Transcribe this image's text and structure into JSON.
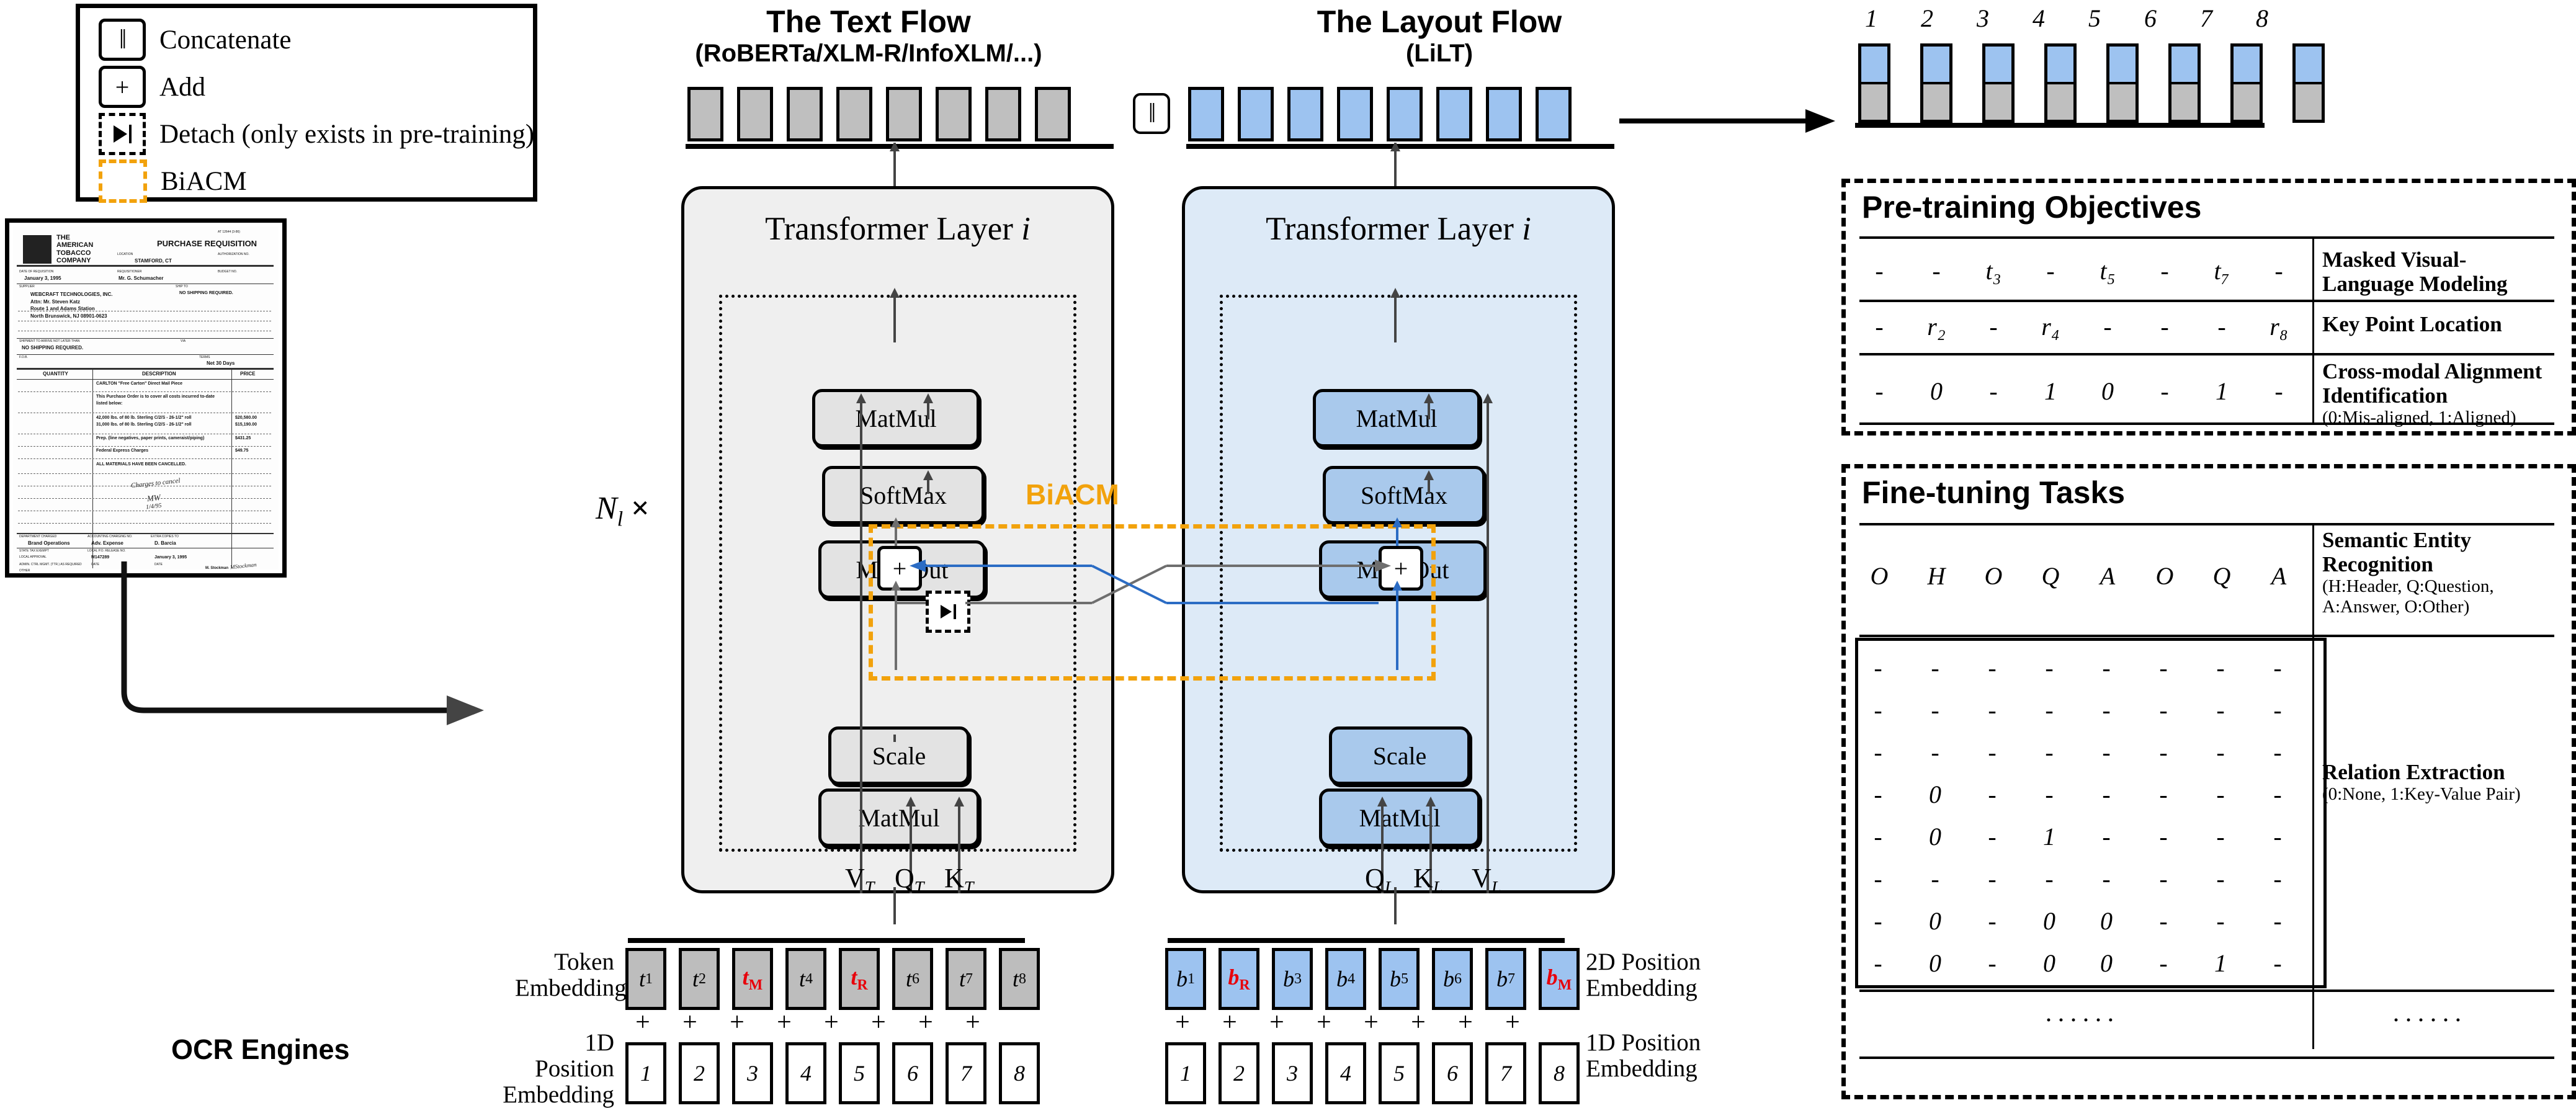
{
  "legend": {
    "items": [
      {
        "icon": "concatenate-icon",
        "glyph": "‖",
        "label": "Concatenate"
      },
      {
        "icon": "add-icon",
        "glyph": "+",
        "label": "Add"
      },
      {
        "icon": "detach-icon",
        "glyph": "▷|",
        "label": "Detach (only exists in pre-training)"
      },
      {
        "icon": "biacm-icon",
        "glyph": "",
        "label": "BiACM"
      }
    ]
  },
  "document": {
    "company": "THE AMERICAN TOBACCO COMPANY",
    "title": "PURCHASE REQUISITION",
    "top_right_code": "AT 12644 (3-86)",
    "fields": [
      {
        "label": "LOCATION",
        "value": "STAMFORD, CT"
      },
      {
        "label": "AUTHORIZATION NO.",
        "value": ""
      },
      {
        "label": "DATE OF REQUISITION",
        "value": "January 3, 1995"
      },
      {
        "label": "REQUISITIONER",
        "value": "Mr. G. Schumacher"
      },
      {
        "label": "BUDGET NO.",
        "value": ""
      },
      {
        "label": "SUPPLIER",
        "value": "WEBCRAFT TECHNOLOGIES, INC."
      },
      {
        "label": "",
        "value": "Attn: Mr. Steven Katz"
      },
      {
        "label": "",
        "value": "Route 1 and Adams Station"
      },
      {
        "label": "",
        "value": "North Brunswick, NJ 08901-0623"
      },
      {
        "label": "SHIP TO",
        "value": "NO SHIPPING REQUIRED."
      },
      {
        "label": "SHIPMENT TO ARRIVE NOT LATER THAN",
        "value": "NO SHIPPING REQUIRED."
      },
      {
        "label": "TERMS",
        "value": "Net 30 Days"
      }
    ],
    "table_headers": [
      "QUANTITY",
      "DESCRIPTION",
      "PRICE"
    ],
    "table_rows": [
      {
        "qty": "",
        "desc": "CARLTON \"Free Carton\" Direct Mail Piece",
        "price": ""
      },
      {
        "qty": "",
        "desc": "This Purchase Order is to cover all costs incurred to-date listed below:",
        "price": ""
      },
      {
        "qty": "",
        "desc": "42,000 lbs. of 80 lb. Sterling C/2/S - 26-1/2\" roll",
        "price": "$20,580.00"
      },
      {
        "qty": "",
        "desc": "31,000 lbs. of 80 lb. Sterling C/2/S - 26-1/2\" roll",
        "price": "$15,190.00"
      },
      {
        "qty": "",
        "desc": "Prep. (line negatives, paper prints, cameraist/piping)",
        "price": "$431.25"
      },
      {
        "qty": "",
        "desc": "Federal Express Charges",
        "price": "$49.75"
      },
      {
        "qty": "",
        "desc": "ALL MATERIALS HAVE BEEN CANCELLED.",
        "price": ""
      }
    ],
    "handwriting": [
      "Charges to cancel",
      "1/4/95"
    ],
    "footer": [
      {
        "label": "DEPARTMENT CHARGED",
        "value": "Brand Operations"
      },
      {
        "label": "ACCOUNTING CHARGING NO.",
        "value": "Adv. Expense"
      },
      {
        "label": "EXTRA COPIES TO",
        "value": "D. Barcia"
      },
      {
        "label": "LOCAL P.O. RELEASE NO.",
        "value": "M147289"
      },
      {
        "label": "DATE",
        "value": "January 3, 1995"
      },
      {
        "label": "BUYER",
        "value": "M. Stockman"
      },
      {
        "label": "STATE TAX EXEMPT",
        "value": ""
      },
      {
        "label": "LOCAL APPROVAL",
        "value": ""
      },
      {
        "label": "ADMIN. CTRL MGMT. (TTR.) AS REQUIRED",
        "value": ""
      },
      {
        "label": "OTHER",
        "value": ""
      }
    ]
  },
  "ocr": {
    "label": "OCR Engines"
  },
  "flows": {
    "text": {
      "title": "The Text Flow",
      "subtitle": "(RoBERTa/XLM-R/InfoXLM/...)",
      "panel_title": "Transformer Layer",
      "panel_title_index": "i",
      "ops": [
        "MatMul",
        "SoftMax",
        "MaskOut",
        "Scale",
        "MatMul"
      ],
      "inputs": [
        "V",
        "Q",
        "K"
      ],
      "input_sub": "T"
    },
    "layout": {
      "title": "The Layout Flow",
      "subtitle": "(LiLT)",
      "panel_title": "Transformer Layer",
      "panel_title_index": "i",
      "ops": [
        "MatMul",
        "SoftMax",
        "MaskOut",
        "Scale",
        "MatMul"
      ],
      "inputs": [
        "Q",
        "K",
        "V"
      ],
      "input_sub": "L"
    }
  },
  "biacm": {
    "label": "BiACM",
    "color": "#F2A20C",
    "add_glyph": "+",
    "detach_glyph": "▷|"
  },
  "repeat": {
    "prefix": "N",
    "sub": "l",
    "times": "×"
  },
  "embeddings": {
    "token_label": "Token Embedding",
    "pos1d_label_left": "1D Position Embedding",
    "pos2d_label": "2D Position Embedding",
    "pos1d_label_right": "1D Position Embedding",
    "plus": "+",
    "text_tokens": [
      {
        "base": "t",
        "sub": "1",
        "red": false
      },
      {
        "base": "t",
        "sub": "2",
        "red": false
      },
      {
        "base": "t",
        "sub": "M",
        "red": true
      },
      {
        "base": "t",
        "sub": "4",
        "red": false
      },
      {
        "base": "t",
        "sub": "R",
        "red": true
      },
      {
        "base": "t",
        "sub": "6",
        "red": false
      },
      {
        "base": "t",
        "sub": "7",
        "red": false
      },
      {
        "base": "t",
        "sub": "8",
        "red": false
      }
    ],
    "layout_tokens": [
      {
        "base": "b",
        "sub": "1",
        "red": false
      },
      {
        "base": "b",
        "sub": "R",
        "red": true
      },
      {
        "base": "b",
        "sub": "3",
        "red": false
      },
      {
        "base": "b",
        "sub": "4",
        "red": false
      },
      {
        "base": "b",
        "sub": "5",
        "red": false
      },
      {
        "base": "b",
        "sub": "6",
        "red": false
      },
      {
        "base": "b",
        "sub": "7",
        "red": false
      },
      {
        "base": "b",
        "sub": "M",
        "red": true
      }
    ],
    "positions": [
      "1",
      "2",
      "3",
      "4",
      "5",
      "6",
      "7",
      "8"
    ]
  },
  "output_bars": {
    "indices": [
      "1",
      "2",
      "3",
      "4",
      "5",
      "6",
      "7",
      "8"
    ],
    "top_color": "#9DC3F0",
    "bottom_color": "#BFBFBF"
  },
  "pretraining": {
    "title": "Pre-training Objectives",
    "rows": [
      {
        "cells": [
          "-",
          "-",
          "t₃",
          "-",
          "t₅",
          "-",
          "t₇",
          "-"
        ],
        "name": "Masked Visual-Language Modeling",
        "note": ""
      },
      {
        "cells": [
          "-",
          "r₂",
          "-",
          "r₄",
          "-",
          "-",
          "-",
          "r₈"
        ],
        "name": "Key Point Location",
        "note": ""
      },
      {
        "cells": [
          "-",
          "0",
          "-",
          "1",
          "0",
          "-",
          "1",
          "-"
        ],
        "name": "Cross-modal Alignment Identification",
        "note": "(0:Mis-aligned, 1:Aligned)"
      }
    ]
  },
  "finetuning": {
    "title": "Fine-tuning Tasks",
    "ser": {
      "cells": [
        "O",
        "H",
        "O",
        "Q",
        "A",
        "O",
        "Q",
        "A"
      ],
      "name": "Semantic Entity Recognition",
      "note": "(H:Header, Q:Question, A:Answer, O:Other)"
    },
    "re": {
      "name": "Relation Extraction",
      "note": "(0:None, 1:Key-Value Pair)",
      "matrix": [
        [
          "-",
          "-",
          "-",
          "-",
          "-",
          "-",
          "-",
          "-"
        ],
        [
          "-",
          "-",
          "-",
          "-",
          "-",
          "-",
          "-",
          "-"
        ],
        [
          "-",
          "-",
          "-",
          "-",
          "-",
          "-",
          "-",
          "-"
        ],
        [
          "-",
          "0",
          "-",
          "-",
          "-",
          "-",
          "-",
          "-"
        ],
        [
          "-",
          "0",
          "-",
          "1",
          "-",
          "-",
          "-",
          "-"
        ],
        [
          "-",
          "-",
          "-",
          "-",
          "-",
          "-",
          "-",
          "-"
        ],
        [
          "-",
          "0",
          "-",
          "0",
          "0",
          "-",
          "-",
          "-"
        ],
        [
          "-",
          "0",
          "-",
          "0",
          "0",
          "-",
          "1",
          "-"
        ]
      ]
    },
    "ellipsis_left": "······",
    "ellipsis_right": "······"
  }
}
